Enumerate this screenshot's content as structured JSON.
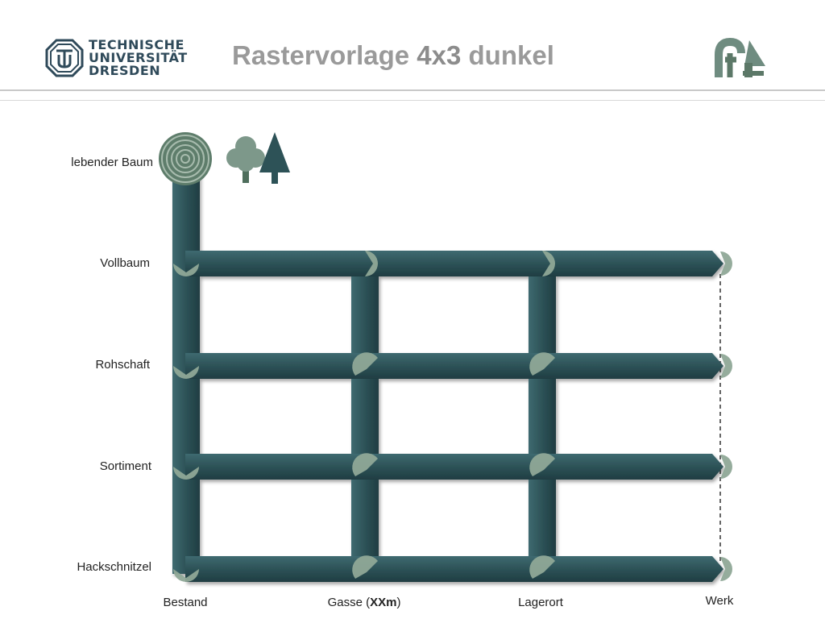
{
  "header": {
    "university_lines": [
      "TECHNISCHE",
      "UNIVERSITÄT",
      "DRESDEN"
    ],
    "title_pre": "Rastervorlage ",
    "title_bold": "4x3",
    "title_post": " dunkel"
  },
  "rows": {
    "start": "lebender Baum",
    "r1": "Vollbaum",
    "r2": "Rohschaft",
    "r3": "Sortiment",
    "r4": "Hackschnitzel"
  },
  "columns": {
    "c1": "Bestand",
    "c2_pre": "Gasse (",
    "c2_bold": "XXm",
    "c2_post": ")",
    "c3": "Lagerort",
    "c4": "Werk"
  },
  "colors": {
    "bar": "#2d5257",
    "bar_light": "#3d6a70",
    "node": "#8fa897",
    "accent_tree": "#5e7d6b",
    "title": "#9a9a9a",
    "tud_blue": "#2f4a5a"
  },
  "icons": [
    "tree-rings-icon",
    "deciduous-tree-icon",
    "conifer-tree-icon",
    "tud-logo-icon",
    "ft-logo-icon"
  ]
}
